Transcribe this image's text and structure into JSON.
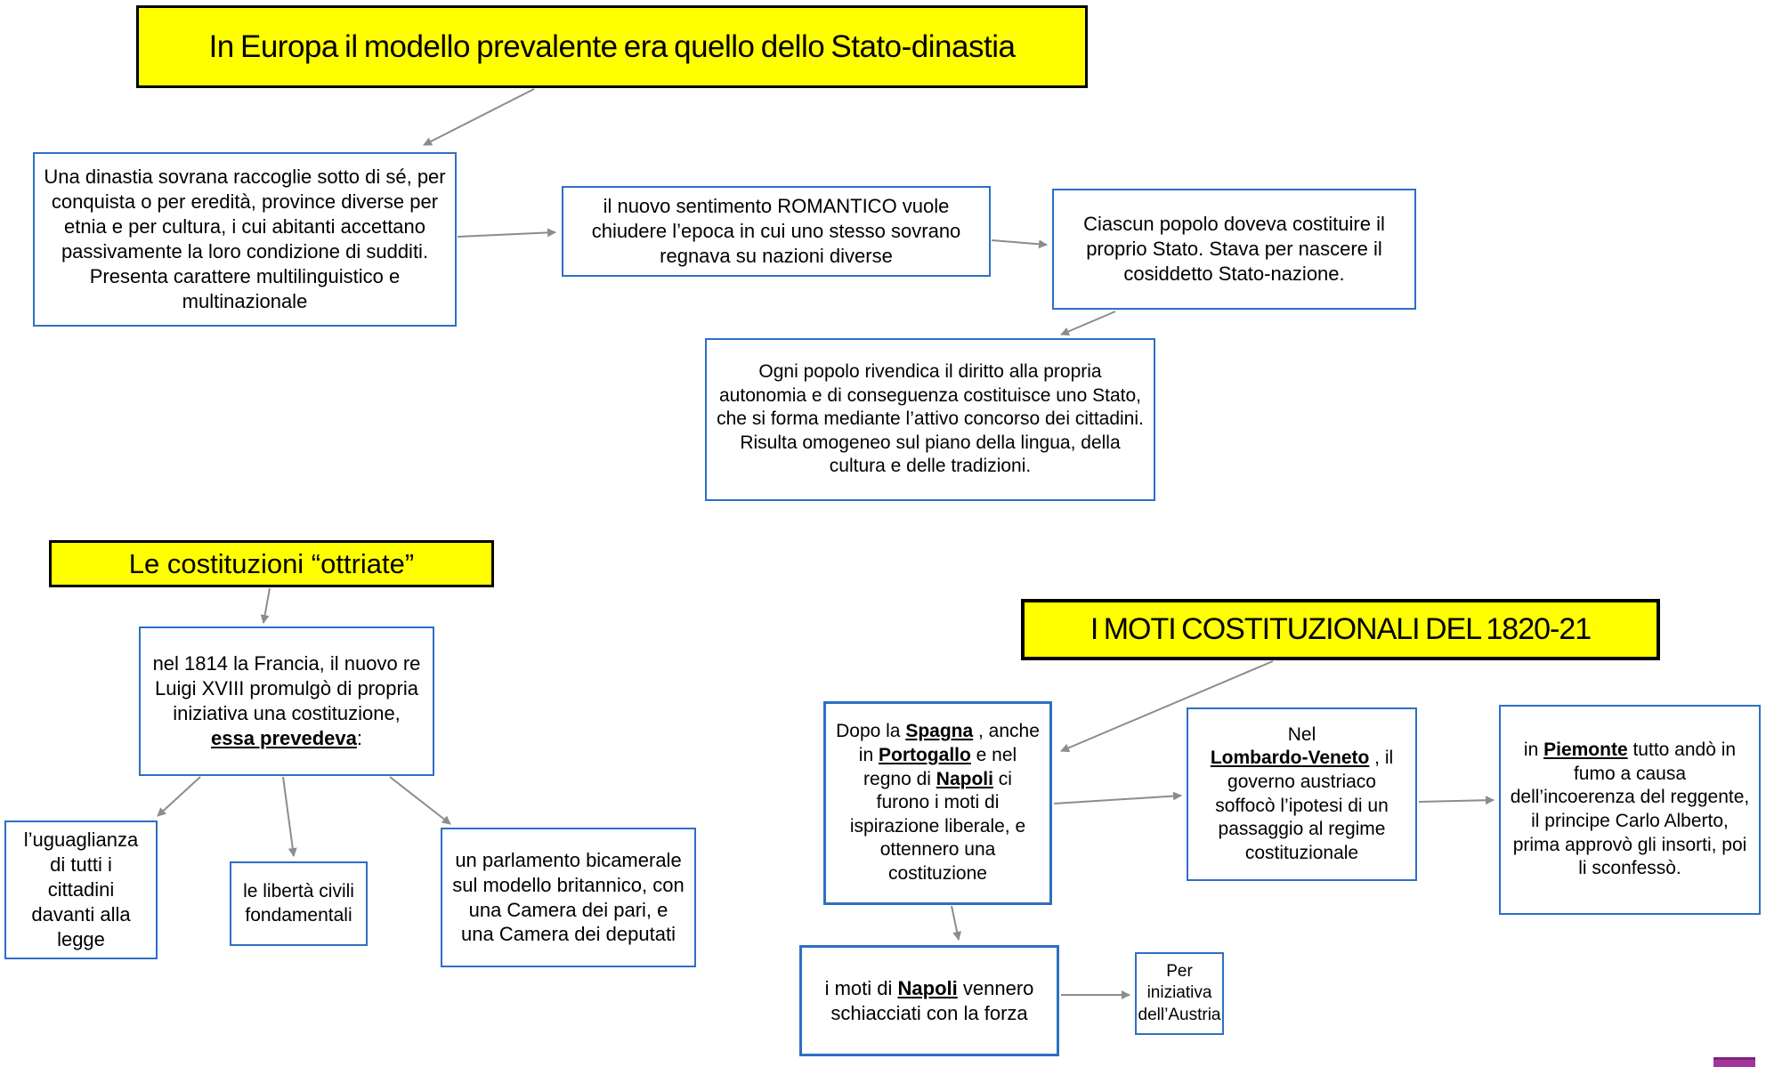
{
  "colors": {
    "highlight": "#FFFF00",
    "blue": "#2E6FC4",
    "arrow": "#8C8C8C",
    "purple": "#A3369B"
  },
  "titles": {
    "stato_dinastia": "In Europa il modello prevalente era  quello dello Stato-dinastia",
    "ottriate": "Le costituzioni “ottriate”",
    "moti": "I MOTI COSTITUZIONALI DEL 1820-21"
  },
  "boxes": {
    "dinastia": "Una dinastia sovrana raccoglie sotto di sé, per conquista o per eredità, province diverse per etnia e per cultura, i cui abitanti accettano passivamente la loro condizione di sudditi. Presenta carattere multilinguistico e multinazionale",
    "romantico": "il nuovo sentimento ROMANTICO vuole chiudere l’epoca in cui uno stesso sovrano regnava su nazioni diverse",
    "ciascun": "Ciascun popolo doveva costituire il proprio Stato. Stava per nascere il cosiddetto Stato-nazione.",
    "ogni": "Ogni popolo rivendica il diritto alla propria autonomia e di conseguenza costituisce uno Stato, che si forma mediante  l’attivo concorso dei cittadini. Risulta omogeneo sul piano  della lingua, della cultura e delle tradizioni.",
    "uguaglianza": "l’uguaglianza di tutti i cittadini davanti alla legge",
    "liberta": "le libertà civili fondamentali",
    "parlamento": "un parlamento bicamerale sul modello britannico, con una Camera dei pari,  e una Camera dei deputati",
    "austria": "Per iniziativa dell’Austria"
  },
  "rich_boxes": {
    "costituzione_1814": [
      {
        "t": "nel 1814 la Francia, il nuovo re Luigi XVIII promulgò di propria iniziativa una costituzione, "
      },
      {
        "t": "essa prevedeva",
        "b": true,
        "u": true
      },
      {
        "t": ":"
      }
    ],
    "spagna": [
      {
        "t": "Dopo la "
      },
      {
        "t": "Spagna",
        "b": true,
        "u": true
      },
      {
        "t": " , anche in "
      },
      {
        "t": "Portogallo",
        "b": true,
        "u": true
      },
      {
        "t": " e nel regno di "
      },
      {
        "t": "Napoli",
        "b": true,
        "u": true
      },
      {
        "t": " ci furono i moti di ispirazione liberale, e ottennero una costituzione"
      }
    ],
    "lombardo": [
      {
        "t": "Nel"
      },
      {
        "br": true
      },
      {
        "t": "Lombardo-Veneto",
        "b": true,
        "u": true
      },
      {
        "t": " , il governo austriaco soffocò l’ipotesi di un passaggio al regime costituzionale"
      }
    ],
    "piemonte": [
      {
        "t": "in "
      },
      {
        "t": "Piemonte",
        "b": true,
        "u": true
      },
      {
        "t": " tutto andò in fumo a causa dell’incoerenza del reggente, il principe Carlo Alberto,  prima approvò gli insorti,  poi li sconfessò."
      }
    ],
    "moti_napoli": [
      {
        "t": "i moti di "
      },
      {
        "t": "Napoli",
        "b": true,
        "u": true
      },
      {
        "t": " vennero schiacciati con la forza"
      }
    ]
  }
}
